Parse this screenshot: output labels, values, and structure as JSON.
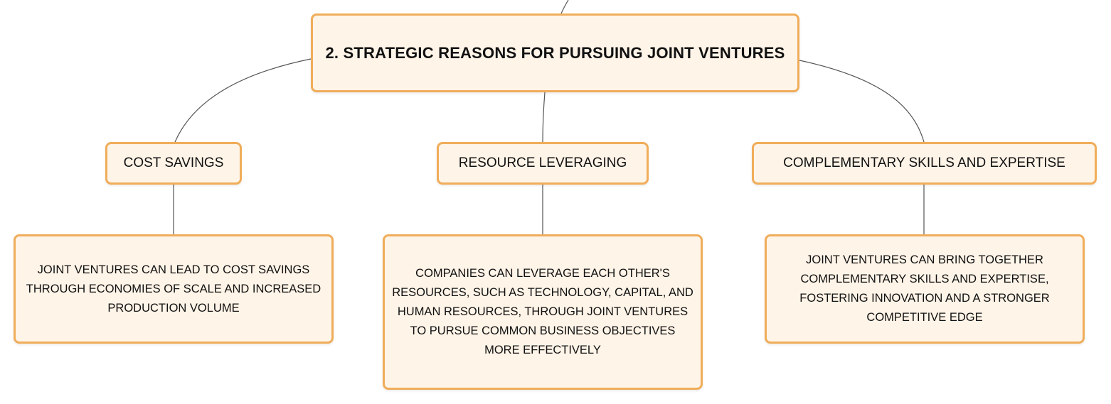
{
  "root": {
    "label": "2. STRATEGIC REASONS FOR PURSUING JOINT VENTURES"
  },
  "branches": [
    {
      "label": "COST SAVINGS",
      "detail": "JOINT VENTURES CAN LEAD TO COST SAVINGS THROUGH ECONOMIES OF SCALE AND INCREASED PRODUCTION VOLUME"
    },
    {
      "label": "RESOURCE LEVERAGING",
      "detail": "COMPANIES CAN LEVERAGE EACH OTHER'S RESOURCES, SUCH AS TECHNOLOGY, CAPITAL, AND HUMAN RESOURCES, THROUGH JOINT VENTURES TO PURSUE COMMON BUSINESS OBJECTIVES MORE EFFECTIVELY"
    },
    {
      "label": "COMPLEMENTARY SKILLS AND EXPERTISE",
      "detail": "JOINT VENTURES CAN BRING TOGETHER COMPLEMENTARY SKILLS AND EXPERTISE, FOSTERING INNOVATION AND A STRONGER COMPETITIVE EDGE"
    }
  ],
  "colors": {
    "node_fill": "#fff4e8",
    "node_border": "#f0ad5a",
    "connector": "#555555"
  }
}
